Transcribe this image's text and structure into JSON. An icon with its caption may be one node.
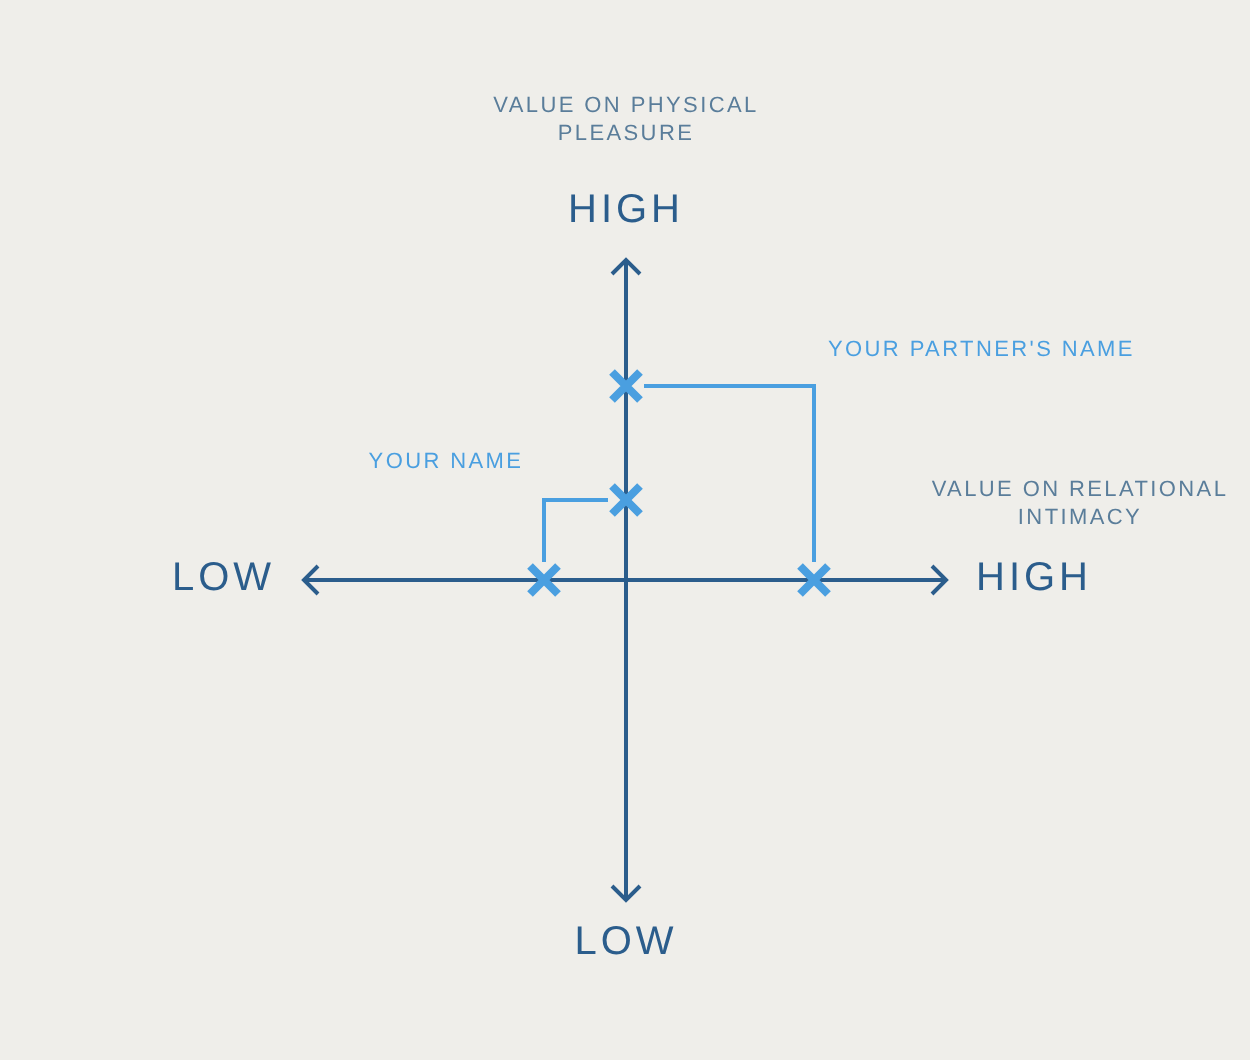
{
  "diagram": {
    "nodes": [
      {
        "text": [],
        "shape": "cross"
      },
      {
        "text": [],
        "shape": "cross"
      },
      {
        "text": [],
        "shape": "cross"
      },
      {
        "text": [],
        "shape": "cross"
      }
    ],
    "edges": [
      {
        "from": 0,
        "to": 3,
        "arrow": "none",
        "color": "#4a9fe0"
      },
      {
        "from": 1,
        "to": 2,
        "arrow": "none",
        "color": "#4a9fe0"
      }
    ],
    "labels": [
      "VALUE ON PHYSICAL PLEASURE",
      "HIGH",
      "YOUR PARTNER'S NAME",
      "YOUR NAME",
      "VALUE ON RELATIONAL INTIMACY",
      "LOW",
      "HIGH",
      "LOW"
    ]
  }
}
